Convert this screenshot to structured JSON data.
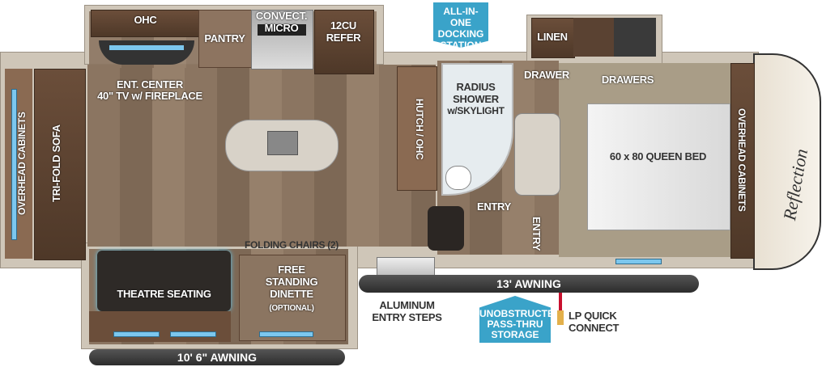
{
  "labels": {
    "ohc": "OHC",
    "pantry": "PANTRY",
    "convect_micro": "CONVECT. MICRO",
    "refer": "12CU\nREFER",
    "docking_station": "ALL-IN-ONE DOCKING STATION",
    "linen": "LINEN",
    "drawer": "DRAWER",
    "drawers": "DRAWERS",
    "ent_center": "ENT. CENTER",
    "tv_fireplace": "40\" TV w/ FIREPLACE",
    "radius_shower": "RADIUS SHOWER",
    "skylight": "w/SKYLIGHT",
    "hutch_ohc": "HUTCH / OHC",
    "overhead_cabinets_left": "OVERHEAD CABINETS",
    "tri_fold_sofa": "TRI-FOLD SOFA",
    "queen_bed": "60 x 80 QUEEN BED",
    "overhead_cabinets_right": "OVERHEAD CABINETS",
    "entry_bath": "ENTRY",
    "entry_bed": "ENTRY",
    "folding_chairs": "FOLDING CHAIRS (2)",
    "dinette": "FREE STANDING DINETTE",
    "optional": "(OPTIONAL)",
    "theatre_seating": "THEATRE SEATING",
    "aluminum_steps": "ALUMINUM ENTRY STEPS",
    "pass_thru": "UNOBSTRUCTED PASS-THRU STORAGE",
    "lp_quick_connect": "LP QUICK CONNECT",
    "awning_front": "13' AWNING",
    "awning_rear": "10' 6\" AWNING",
    "brand_logo": "Reflection"
  },
  "colors": {
    "callout": "#3aa3c9",
    "floor_wood": "#8b7561",
    "carpet": "#a99d87",
    "cabinet": "#5a4232",
    "lp_line": "#c8102e"
  }
}
